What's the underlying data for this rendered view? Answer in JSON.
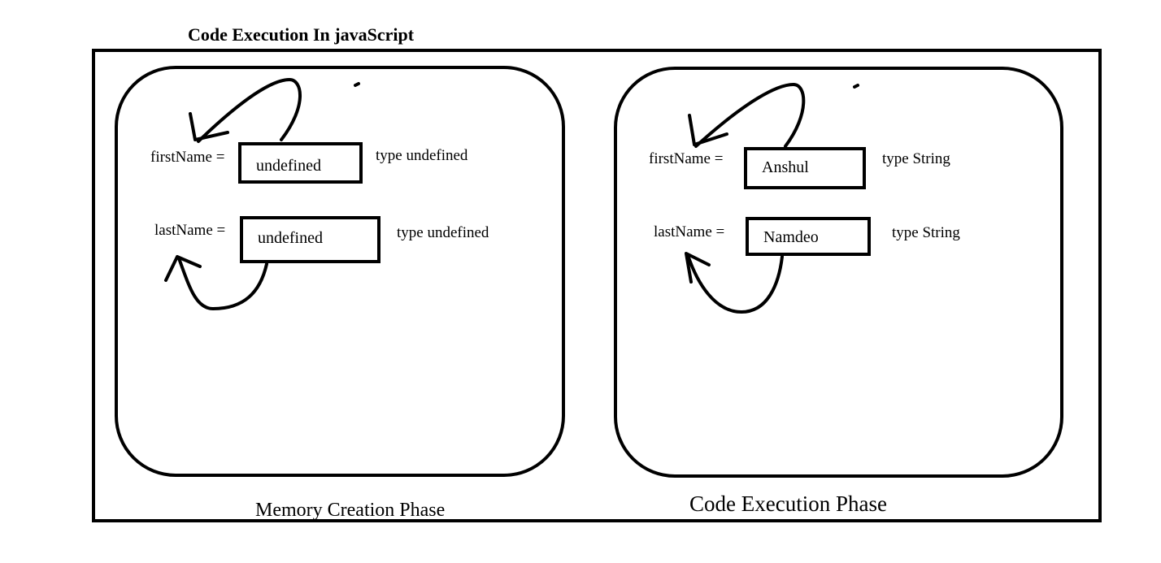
{
  "title": "Code Execution In javaScript",
  "phases": [
    {
      "label": "Memory Creation Phase",
      "variables": [
        {
          "name": "firstName =",
          "value": "undefined",
          "type": "type undefined"
        },
        {
          "name": "lastName =",
          "value": "undefined",
          "type": "type undefined"
        }
      ]
    },
    {
      "label": "Code Execution Phase",
      "variables": [
        {
          "name": "firstName =",
          "value": "Anshul",
          "type": "type String"
        },
        {
          "name": "lastName =",
          "value": "Namdeo",
          "type": "type String"
        }
      ]
    }
  ],
  "colors": {
    "stroke": "#000000",
    "background": "#ffffff"
  }
}
